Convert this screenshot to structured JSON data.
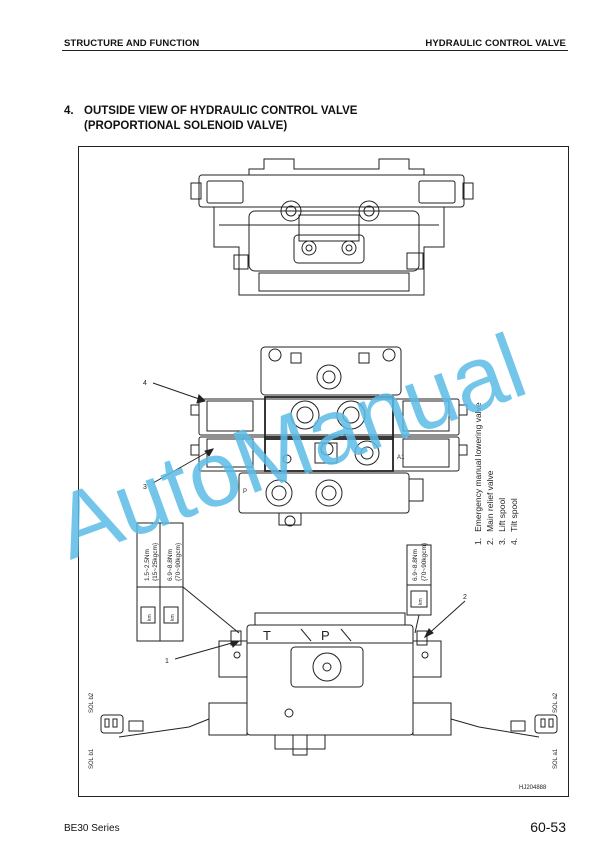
{
  "header": {
    "left": "STRUCTURE AND FUNCTION",
    "right": "HYDRAULIC CONTROL VALVE"
  },
  "section": {
    "number": "4.",
    "title_line1": "OUTSIDE VIEW OF HYDRAULIC CONTROL VALVE",
    "title_line2": "(PROPORTIONAL SOLENOID VALVE)"
  },
  "figure": {
    "legend": [
      {
        "num": "1.",
        "label": "Emergency manual lowering valve"
      },
      {
        "num": "2.",
        "label": "Main relief valve"
      },
      {
        "num": "3.",
        "label": "Lift spool"
      },
      {
        "num": "4.",
        "label": "Tilt spool"
      }
    ],
    "callouts": [
      "1",
      "2",
      "3",
      "4"
    ],
    "torque_left_1": "1.5~2.5Nm",
    "torque_left_2": "{15~25kgcm}",
    "torque_left_3": "6.9~8.8Nm",
    "torque_left_4": "{70~90kgcm}",
    "torque_right_1": "6.9~8.8Nm",
    "torque_right_2": "{70~90kgcm}",
    "wrench_label": "km",
    "port_t": "T",
    "port_p": "P",
    "port_a1": "A1",
    "port_p_small": "P",
    "sol_b2": "SOL b2",
    "sol_b1": "SOL b1",
    "sol_a2": "SOL a2",
    "sol_a1": "SOL a1",
    "code": "HJ204888"
  },
  "watermark": "AutoManual",
  "footer": {
    "left": "BE30 Series",
    "right": "60-53"
  },
  "colors": {
    "watermark": "#5bbbe6",
    "ink": "#222222"
  }
}
